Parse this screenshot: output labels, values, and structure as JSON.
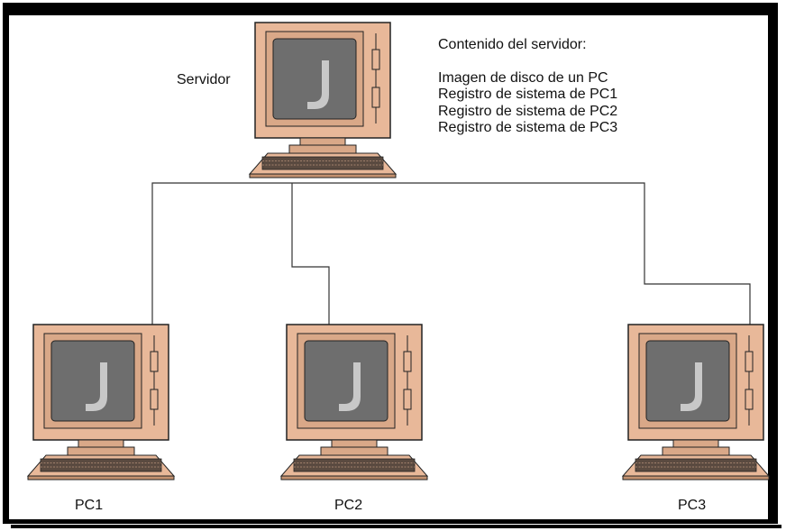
{
  "nodes": {
    "server": {
      "label": "Servidor"
    },
    "pc1": {
      "label": "PC1"
    },
    "pc2": {
      "label": "PC2"
    },
    "pc3": {
      "label": "PC3"
    }
  },
  "server_contents": {
    "title": "Contenido del servidor:",
    "items": [
      "Imagen de disco de un PC",
      "Registro de sistema de PC1",
      "Registro de sistema de PC2",
      "Registro de sistema de PC3"
    ]
  },
  "colors": {
    "computer_body": "#e8b899",
    "computer_dark": "#c49270",
    "screen": "#6e6e6e",
    "screen_glyph": "#c8c8c8",
    "frame": "#000000",
    "connector": "#333333"
  },
  "icons": [
    "computer-icon"
  ]
}
